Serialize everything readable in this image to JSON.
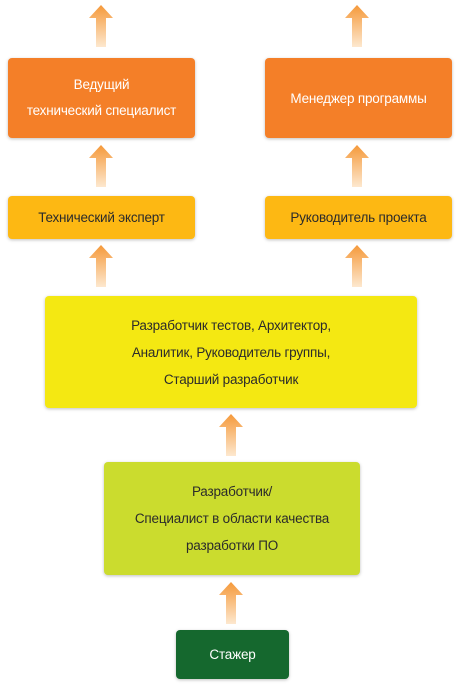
{
  "boxes": {
    "lead_specialist": "Ведущий\nтехнический специалист",
    "program_manager": "Менеджер программы",
    "technical_expert": "Технический эксперт",
    "project_manager": "Руководитель проекта",
    "senior_roles": "Разработчик тестов, Архитектор,\nАналитик, Руководитель группы,\nСтарший разработчик",
    "developer": "Разработчик/\nСпециалист в области качества\nразработки ПО",
    "intern": "Стажер"
  },
  "colors": {
    "orange": "#f47f28",
    "amber": "#fdb813",
    "yellow": "#f4e812",
    "lime": "#cbdc2e",
    "green": "#15682e",
    "arrow_top": "#f6a24a",
    "arrow_bottom": "#fde3c4"
  }
}
